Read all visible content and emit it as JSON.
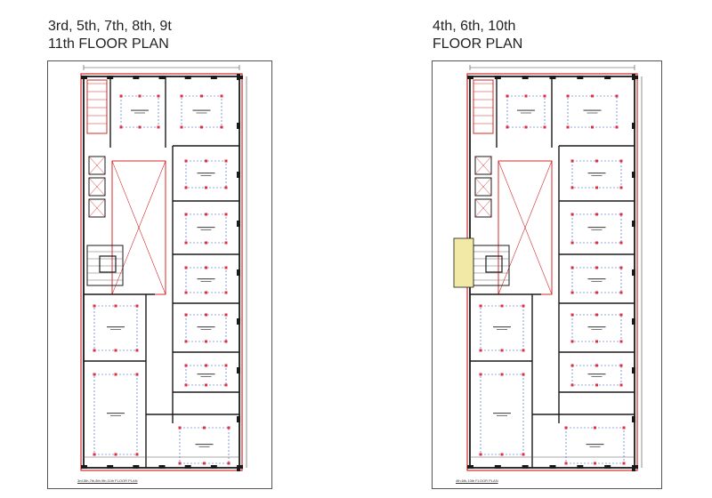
{
  "left_plan": {
    "heading_line1": "3rd, 5th, 7th, 8th, 9t",
    "heading_line2": "11th FLOOR PLAN",
    "caption": "3rd,5th,7th,8th,9th,11th FLOOR PLAN"
  },
  "right_plan": {
    "heading_line1": "4th, 6th, 10th",
    "heading_line2": "FLOOR PLAN",
    "caption": "4th,6th,10th FLOOR PLAN"
  },
  "colors": {
    "wall": "#1a1a1a",
    "outline": "#d42828",
    "column": "#e03040",
    "layout_line": "#3355cc",
    "balcony": "#f2e9a6"
  }
}
